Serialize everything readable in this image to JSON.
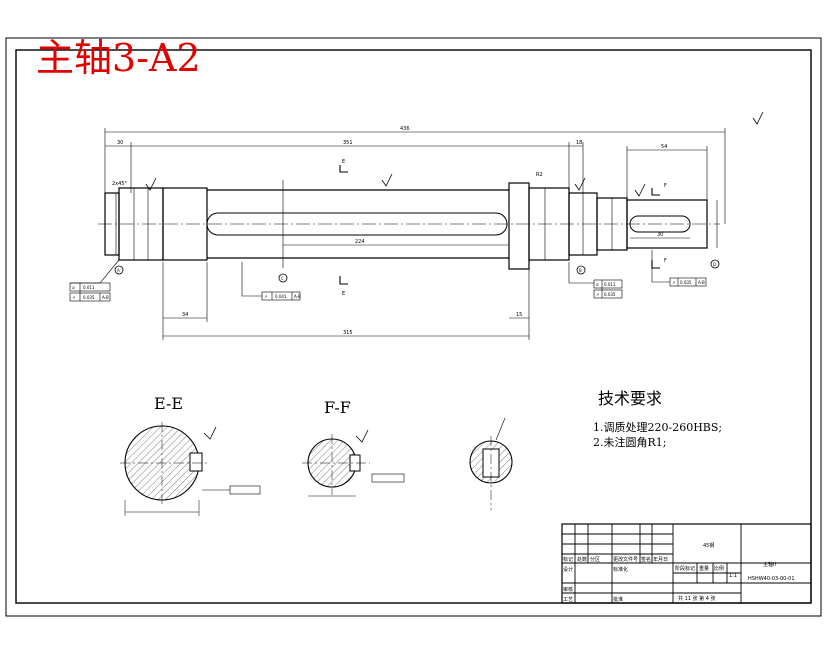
{
  "drawing": {
    "heading": "主轴3-A2",
    "section_labels": {
      "ee": "E-E",
      "ff": "F-F"
    },
    "tech_requirements": {
      "title": "技术要求",
      "items": [
        "1.调质处理220-260HBS;",
        "2.未注圆角R1;"
      ]
    },
    "title_block": {
      "material": "45钢",
      "part_name": "主轴II",
      "drawing_no": "HSHW40-03-00-01",
      "scale": "1:1",
      "sheet_info": "共 11 张  第 4 张",
      "small_labels": [
        "标记",
        "处数",
        "分区",
        "更改文件号",
        "签名",
        "年月日",
        "设计",
        "标准化",
        "审核",
        "工艺",
        "批准",
        "阶段标记",
        "重量",
        "比例"
      ]
    }
  }
}
